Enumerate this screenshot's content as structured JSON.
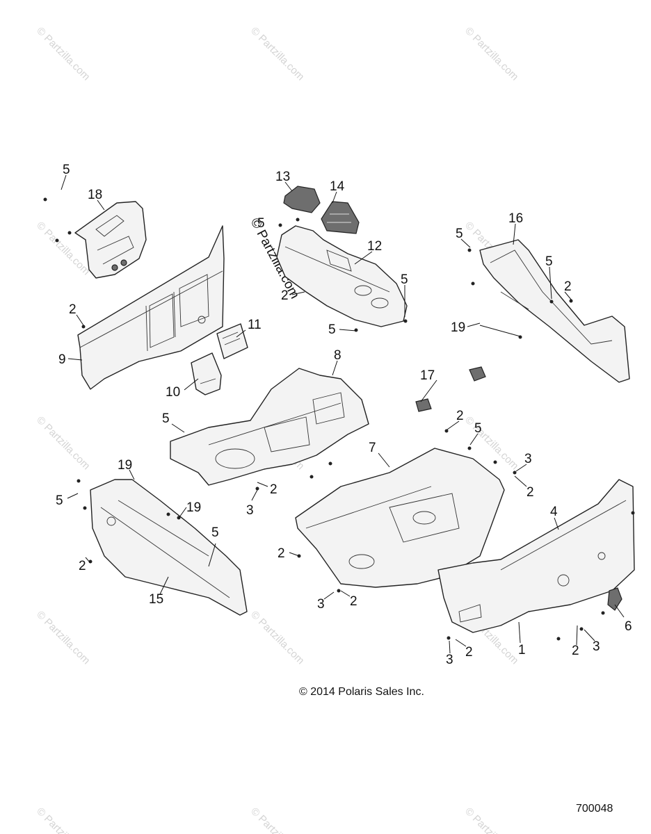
{
  "watermark": {
    "text": "© Partzilla.com"
  },
  "callouts": [
    {
      "id": "c5a",
      "text": "5"
    },
    {
      "id": "c18",
      "text": "18"
    },
    {
      "id": "c13",
      "text": "13"
    },
    {
      "id": "c14",
      "text": "14"
    },
    {
      "id": "c5b",
      "text": "5"
    },
    {
      "id": "c12",
      "text": "12"
    },
    {
      "id": "c16",
      "text": "16"
    },
    {
      "id": "c5c",
      "text": "5"
    },
    {
      "id": "c5d",
      "text": "5"
    },
    {
      "id": "c2a",
      "text": "2"
    },
    {
      "id": "c2b",
      "text": "2"
    },
    {
      "id": "c5e",
      "text": "5"
    },
    {
      "id": "c5f",
      "text": "5"
    },
    {
      "id": "c19a",
      "text": "19"
    },
    {
      "id": "c2c",
      "text": "2"
    },
    {
      "id": "c9",
      "text": "9"
    },
    {
      "id": "c11",
      "text": "11"
    },
    {
      "id": "c10",
      "text": "10"
    },
    {
      "id": "c8",
      "text": "8"
    },
    {
      "id": "c17",
      "text": "17"
    },
    {
      "id": "c5g",
      "text": "5"
    },
    {
      "id": "c2d",
      "text": "2"
    },
    {
      "id": "c5h",
      "text": "5"
    },
    {
      "id": "c7",
      "text": "7"
    },
    {
      "id": "c3a",
      "text": "3"
    },
    {
      "id": "c2e",
      "text": "2"
    },
    {
      "id": "c19b",
      "text": "19"
    },
    {
      "id": "c5i",
      "text": "5"
    },
    {
      "id": "c2f",
      "text": "2"
    },
    {
      "id": "c3b",
      "text": "3"
    },
    {
      "id": "c19c",
      "text": "19"
    },
    {
      "id": "c4",
      "text": "4"
    },
    {
      "id": "c5j",
      "text": "5"
    },
    {
      "id": "c2g",
      "text": "2"
    },
    {
      "id": "c2h",
      "text": "2"
    },
    {
      "id": "c15",
      "text": "15"
    },
    {
      "id": "c3c",
      "text": "3"
    },
    {
      "id": "c2i",
      "text": "2"
    },
    {
      "id": "c6",
      "text": "6"
    },
    {
      "id": "c1",
      "text": "1"
    },
    {
      "id": "c2j",
      "text": "2"
    },
    {
      "id": "c3d",
      "text": "3"
    },
    {
      "id": "c3e",
      "text": "3"
    },
    {
      "id": "c2k",
      "text": "2"
    }
  ],
  "copyright": "© 2014 Polaris Sales Inc.",
  "drawing_number": "700048"
}
